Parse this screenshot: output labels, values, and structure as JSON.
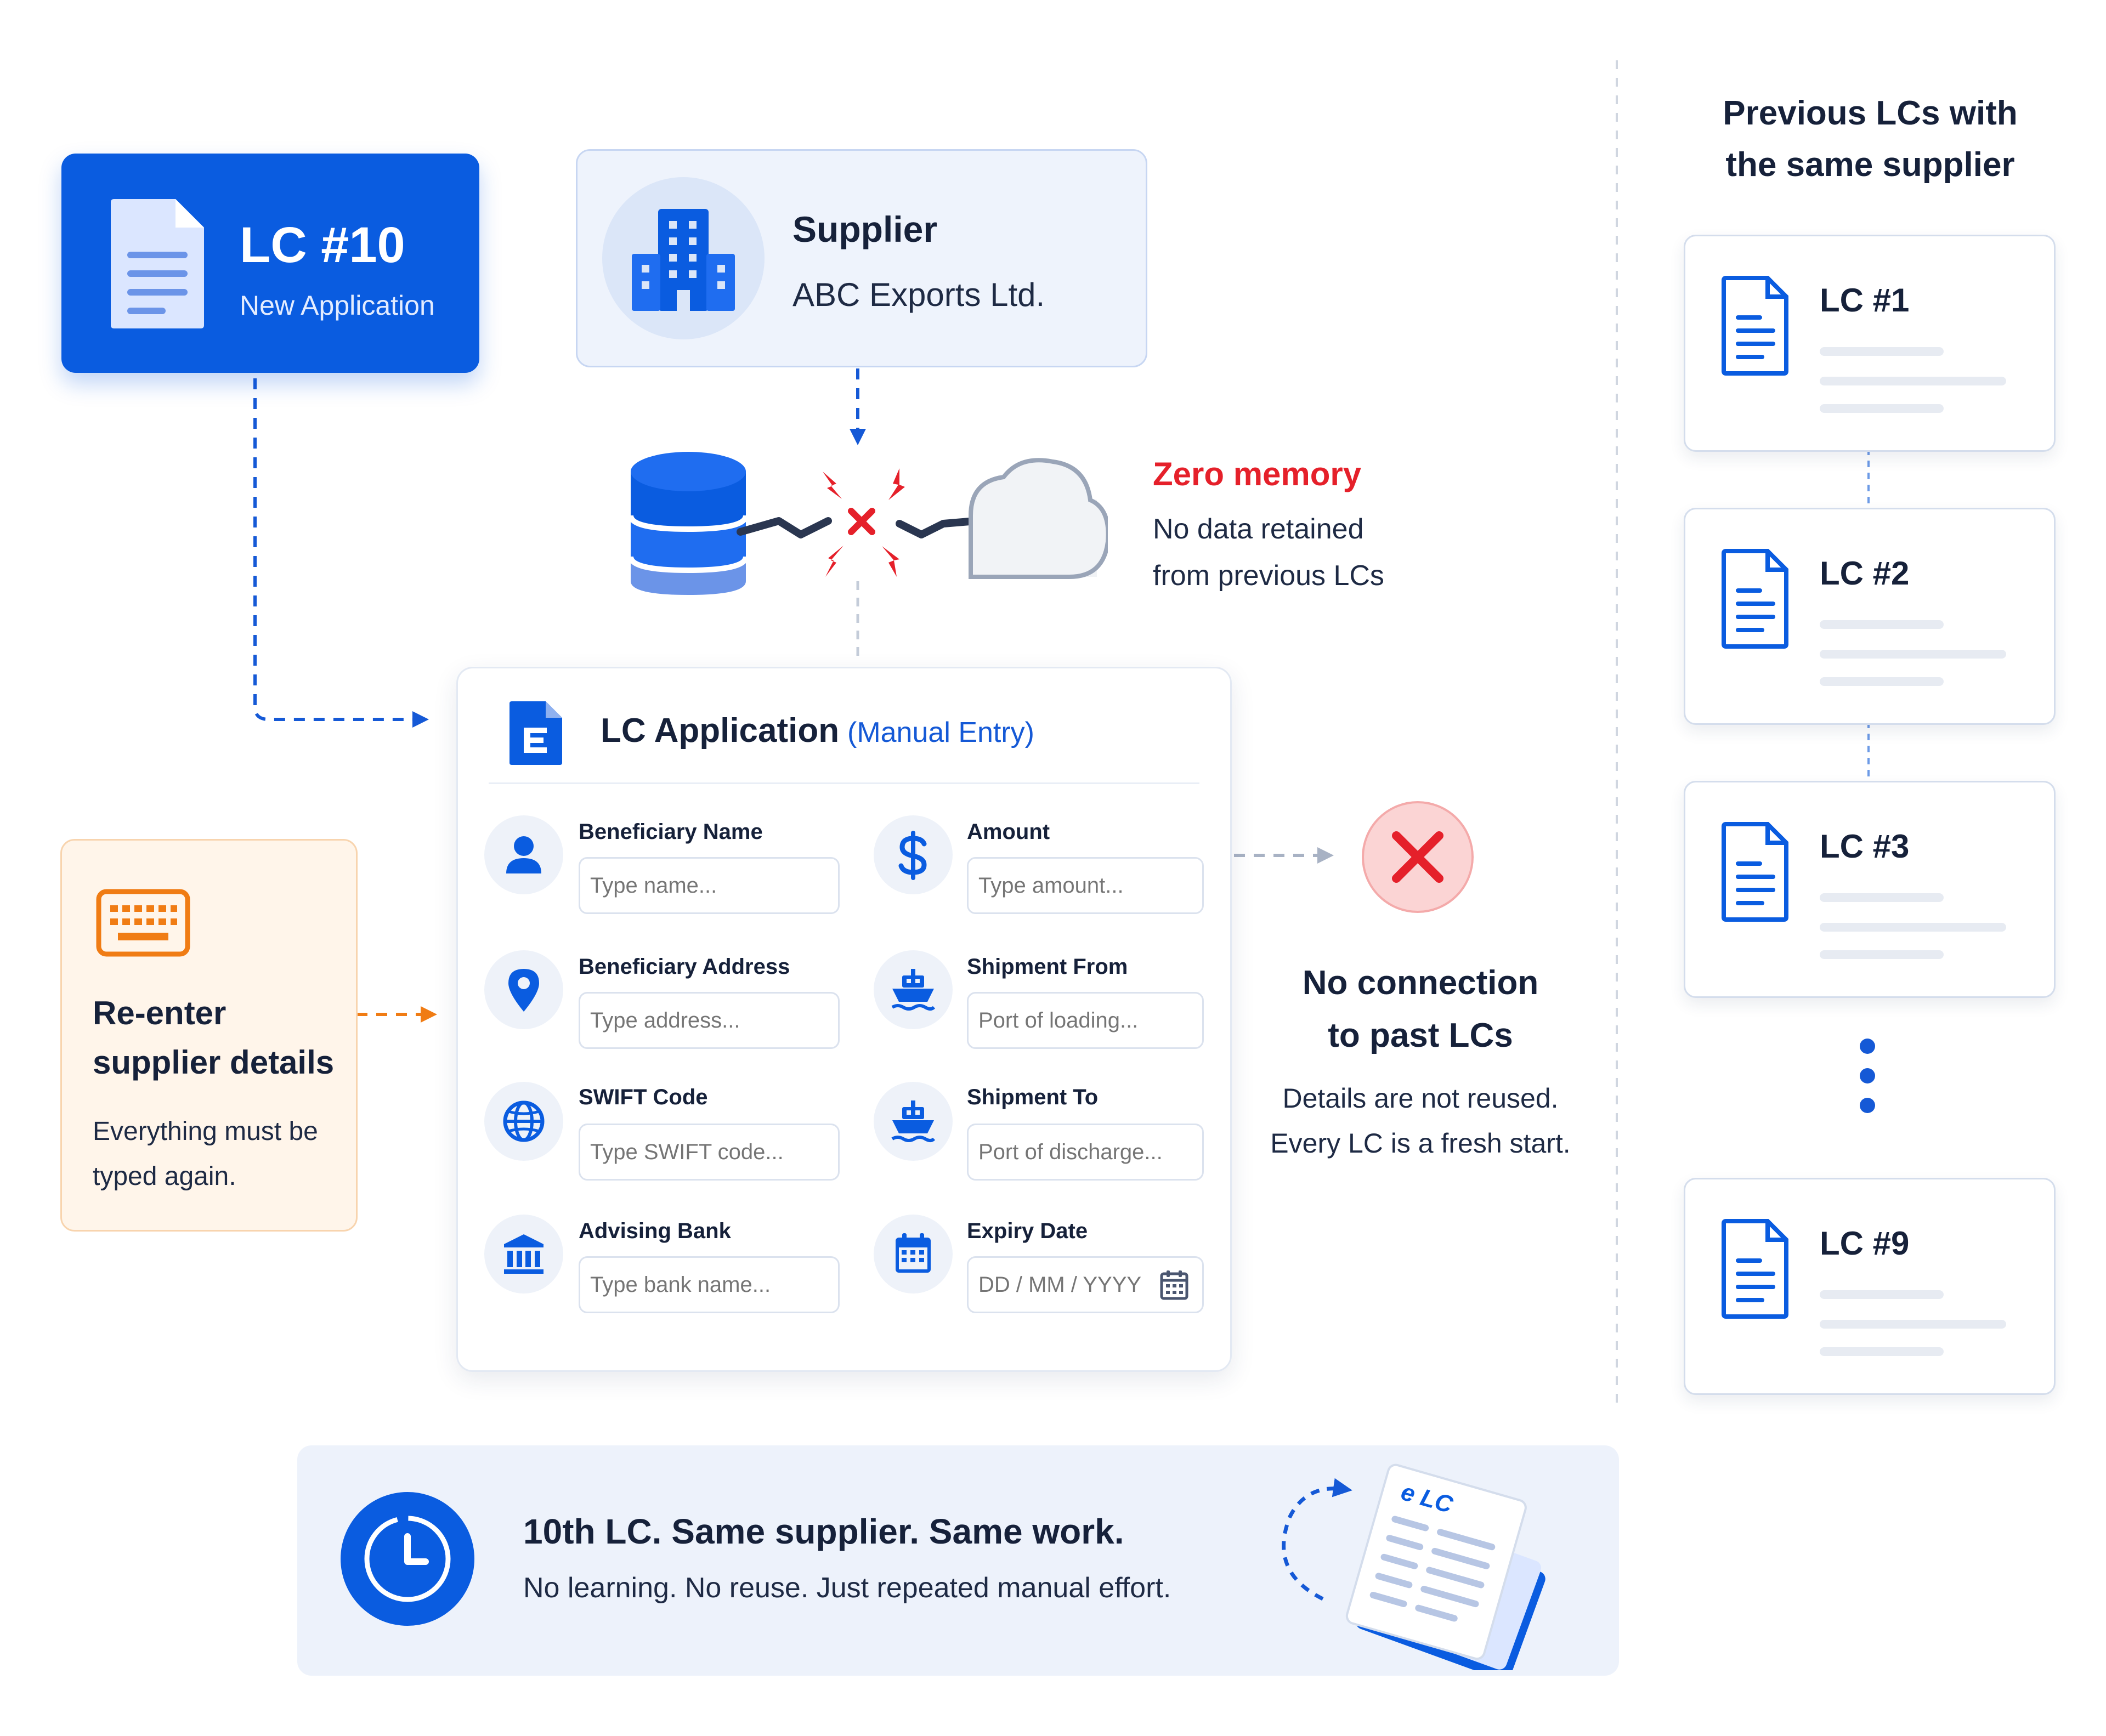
{
  "lc_new": {
    "title": "LC #10",
    "subtitle": "New Application"
  },
  "supplier": {
    "label": "Supplier",
    "name": "ABC Exports Ltd."
  },
  "zero_memory": {
    "title": "Zero memory",
    "line1": "No data retained",
    "line2": "from previous LCs"
  },
  "form": {
    "title": "LC Application",
    "mode": "(Manual Entry)",
    "fields": [
      {
        "label": "Beneficiary Name",
        "placeholder": "Type name...",
        "icon": "user-icon"
      },
      {
        "label": "Amount",
        "placeholder": "Type amount...",
        "icon": "dollar-icon"
      },
      {
        "label": "Beneficiary Address",
        "placeholder": "Type address...",
        "icon": "location-pin-icon"
      },
      {
        "label": "Shipment From",
        "placeholder": "Port of loading...",
        "icon": "ship-icon"
      },
      {
        "label": "SWIFT Code",
        "placeholder": "Type SWIFT code...",
        "icon": "globe-icon"
      },
      {
        "label": "Shipment To",
        "placeholder": "Port of discharge...",
        "icon": "ship-icon"
      },
      {
        "label": "Advising Bank",
        "placeholder": "Type bank name...",
        "icon": "bank-icon"
      },
      {
        "label": "Expiry Date",
        "placeholder": "DD / MM / YYYY",
        "icon": "calendar-icon"
      }
    ]
  },
  "reenter": {
    "title_line1": "Re-enter",
    "title_line2": "supplier details",
    "body_line1": "Everything must be",
    "body_line2": "typed again."
  },
  "no_connection": {
    "title_line1": "No connection",
    "title_line2": "to past LCs",
    "body_line1": "Details are not reused.",
    "body_line2": "Every LC is a fresh start."
  },
  "previous": {
    "title_line1": "Previous LCs with",
    "title_line2": "the same supplier",
    "cards": [
      {
        "label": "LC #1"
      },
      {
        "label": "LC #2"
      },
      {
        "label": "LC #3"
      },
      {
        "label": "LC #9"
      }
    ]
  },
  "banner": {
    "title": "10th LC. Same supplier. Same work.",
    "body": "No learning. No reuse. Just repeated manual effort.",
    "doc_label": "e LC"
  },
  "colors": {
    "primary": "#0a5ce0",
    "danger": "#e5202a",
    "warning": "#f07c14",
    "muted": "#c4ccd9"
  }
}
